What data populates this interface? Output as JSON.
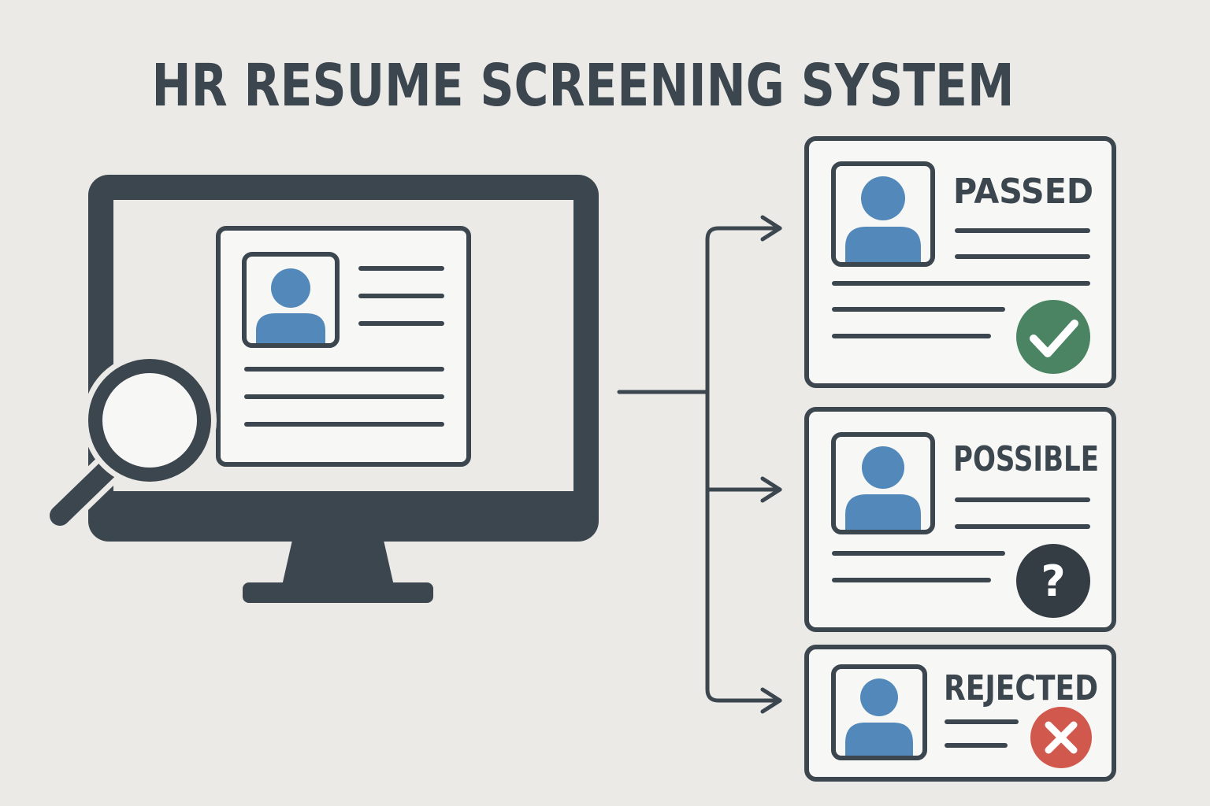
{
  "title": "HR RESUME SCREENING SYSTEM",
  "colors": {
    "background": "#ebeae7",
    "ink": "#3c464e",
    "card": "#f7f7f5",
    "avatar": "#5289ba",
    "passed": "#4a8462",
    "possible": "#353d44",
    "rejected": "#d1584c"
  },
  "icons": {
    "monitor": "monitor-icon",
    "magnifier": "magnifying-glass-icon",
    "check": "check-icon",
    "question": "question-icon",
    "cross": "x-icon"
  },
  "outcomes": [
    {
      "label": "PASSED",
      "symbol": "✓"
    },
    {
      "label": "POSSIBLE",
      "symbol": "?"
    },
    {
      "label": "REJECTED",
      "symbol": "✕"
    }
  ]
}
